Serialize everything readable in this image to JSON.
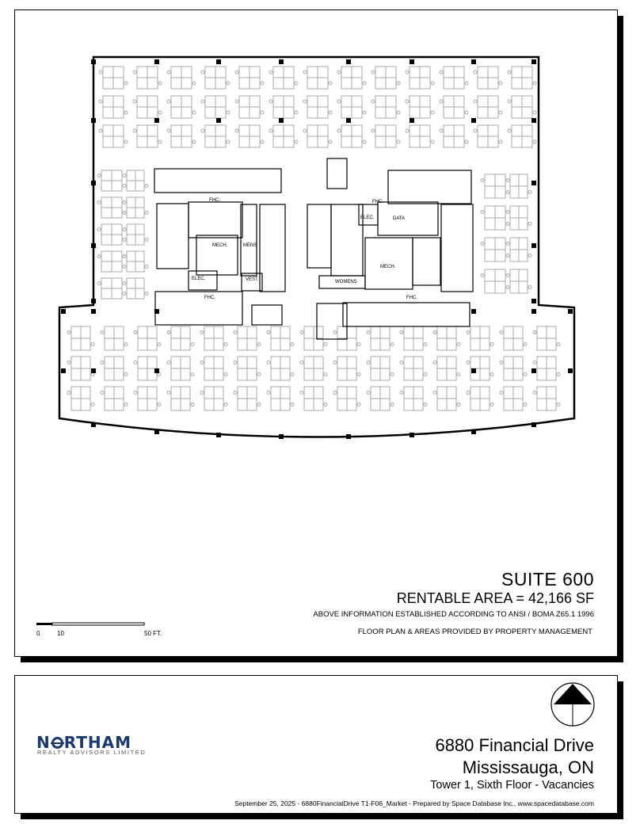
{
  "plan": {
    "room_labels": [
      "MECH.",
      "MECH.",
      "MENS",
      "ELEC.",
      "ELEC.",
      "VEST.",
      "WOMENS",
      "DATA",
      "FHC.",
      "FHC.",
      "FHC.",
      "FHC."
    ]
  },
  "suite": {
    "title": "SUITE 600",
    "rentable_area": "RENTABLE AREA = 42,166 SF",
    "ansi_note": "ABOVE INFORMATION ESTABLISHED ACCORDING TO ANSI / BOMA Z65.1 1996",
    "mgmt_note": "FLOOR PLAN & AREAS PROVIDED BY PROPERTY MANAGEMENT"
  },
  "scale": {
    "labels": [
      "0",
      "10",
      "50 FT."
    ]
  },
  "logo": {
    "main": [
      "N",
      "RTHAM"
    ],
    "sub": "REALTY ADVISORS LIMITED"
  },
  "address": {
    "street": "6880 Financial Drive",
    "city": "Mississauga, ON",
    "floor": "Tower 1, Sixth Floor - Vacancies"
  },
  "footer": {
    "credit": "September 25, 2025 - 6880FinancialDrive T1-F06_Market - Prepared by Space Database Inc., www.spacedatabase.com"
  },
  "colors": {
    "logo_blue": "#1b3a6b",
    "furniture_gray": "#a9a9a9",
    "wall": "#000000"
  }
}
